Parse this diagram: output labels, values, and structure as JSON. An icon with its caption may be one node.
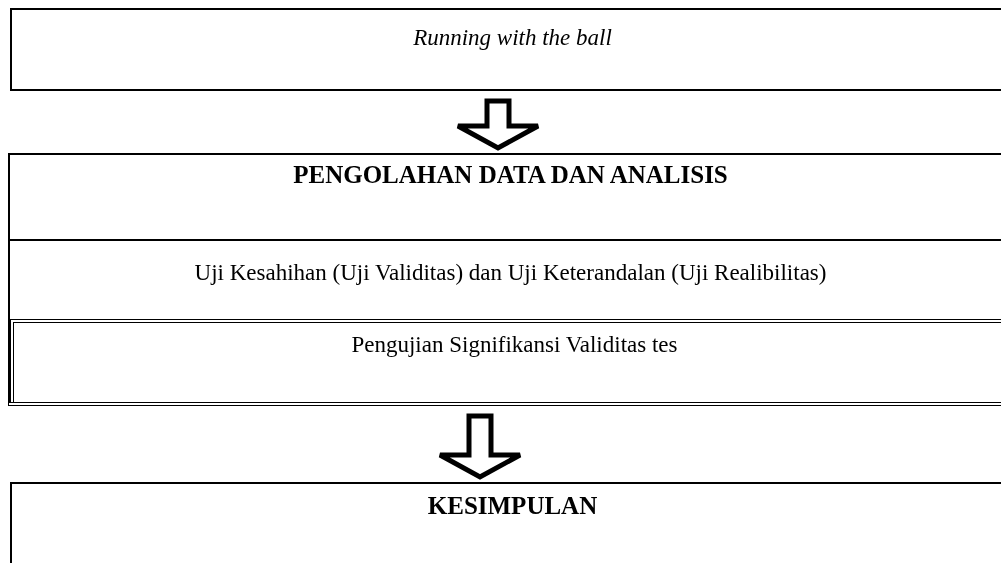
{
  "diagram": {
    "nodes": [
      {
        "text": [
          "Running with the ball"
        ]
      },
      {
        "text": [
          "PENGOLAHAN DATA DAN ANALISIS"
        ]
      },
      {
        "text": [
          "Uji Kesahihan (Uji Validitas) dan Uji Keterandalan (Uji Realibilitas)"
        ],
        "in": 1
      },
      {
        "text": [
          "Pengujian Signifikansi Validitas tes"
        ],
        "in": 1
      },
      {
        "text": [
          "KESIMPULAN"
        ]
      }
    ],
    "edges": [
      {
        "from": 0,
        "to": 1,
        "arrow": "to"
      },
      {
        "from": 1,
        "to": 4,
        "arrow": "to"
      }
    ]
  }
}
